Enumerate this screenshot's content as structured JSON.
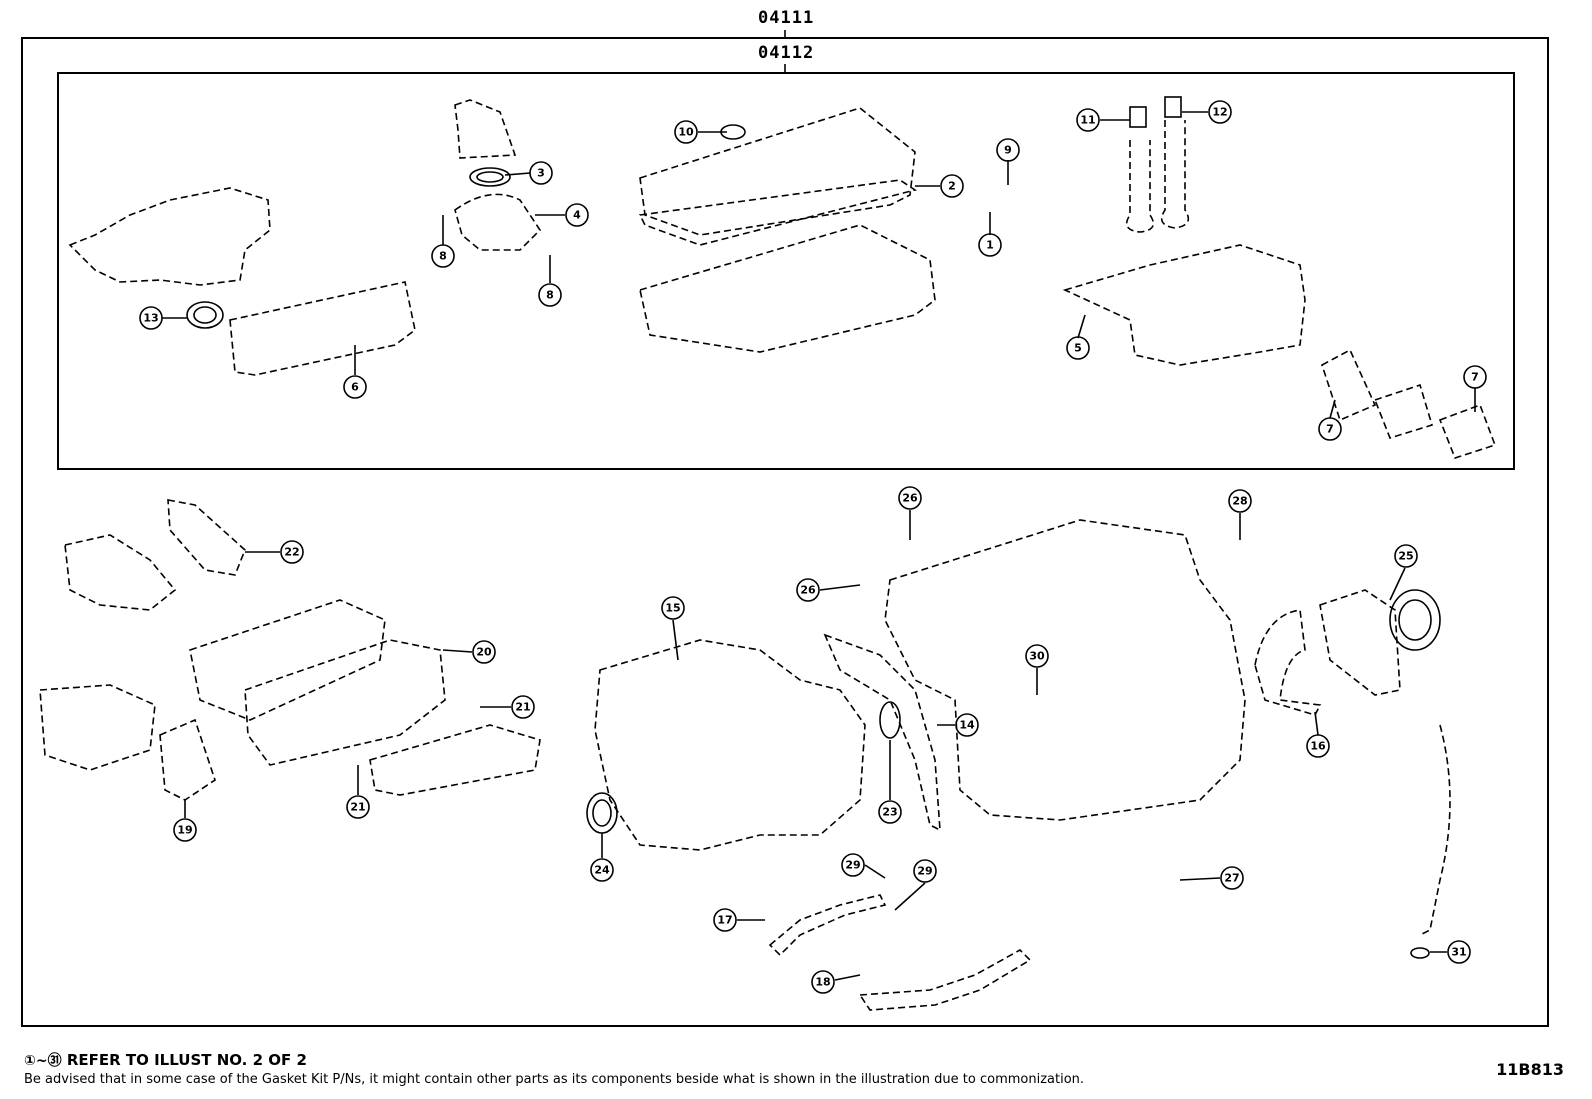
{
  "header": {
    "kit_outer": "04111",
    "kit_inner": "04112"
  },
  "footer": {
    "refer_range": "①~㉛",
    "refer_text": "REFER TO ILLUST NO. 2 OF 2",
    "disclaimer": "Be advised that in some case of the Gasket Kit P/Ns,  it might contain other parts as its components beside what is shown in the illustration due to commonization.",
    "illustration_code": "11B813"
  },
  "callouts": [
    {
      "num": "1"
    },
    {
      "num": "2"
    },
    {
      "num": "3"
    },
    {
      "num": "4"
    },
    {
      "num": "5"
    },
    {
      "num": "6"
    },
    {
      "num": "7"
    },
    {
      "num": "7"
    },
    {
      "num": "8"
    },
    {
      "num": "8"
    },
    {
      "num": "9"
    },
    {
      "num": "10"
    },
    {
      "num": "11"
    },
    {
      "num": "12"
    },
    {
      "num": "13"
    },
    {
      "num": "14"
    },
    {
      "num": "15"
    },
    {
      "num": "16"
    },
    {
      "num": "17"
    },
    {
      "num": "18"
    },
    {
      "num": "19"
    },
    {
      "num": "20"
    },
    {
      "num": "21"
    },
    {
      "num": "21"
    },
    {
      "num": "22"
    },
    {
      "num": "23"
    },
    {
      "num": "24"
    },
    {
      "num": "25"
    },
    {
      "num": "26"
    },
    {
      "num": "26"
    },
    {
      "num": "27"
    },
    {
      "num": "28"
    },
    {
      "num": "29"
    },
    {
      "num": "29"
    },
    {
      "num": "30"
    },
    {
      "num": "31"
    }
  ]
}
